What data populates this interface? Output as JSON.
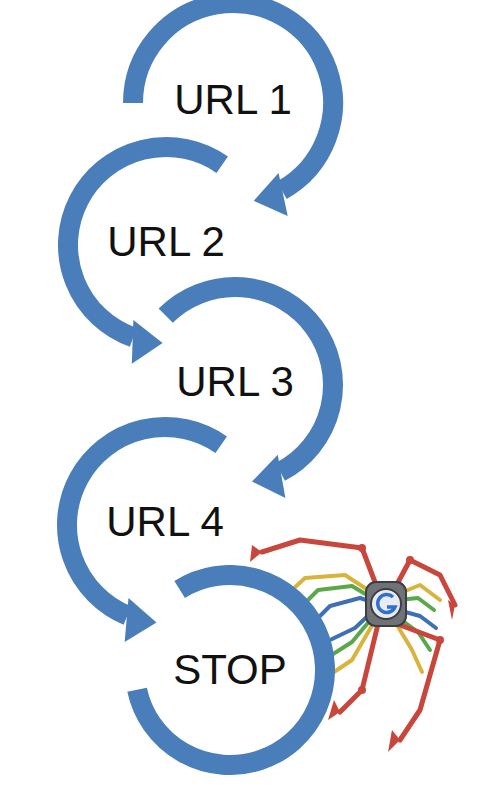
{
  "diagram": {
    "nodes": [
      {
        "text": [
          "URL 1"
        ]
      },
      {
        "text": [
          "URL 2"
        ]
      },
      {
        "text": [
          "URL 3"
        ]
      },
      {
        "text": [
          "URL 4"
        ]
      },
      {
        "text": [
          "STOP"
        ]
      }
    ],
    "edges": [
      {
        "from": 0,
        "to": 1,
        "arrow": "to"
      },
      {
        "from": 1,
        "to": 2,
        "arrow": "to"
      },
      {
        "from": 2,
        "to": 3,
        "arrow": "to"
      },
      {
        "from": 3,
        "to": 4,
        "arrow": "to"
      }
    ]
  }
}
